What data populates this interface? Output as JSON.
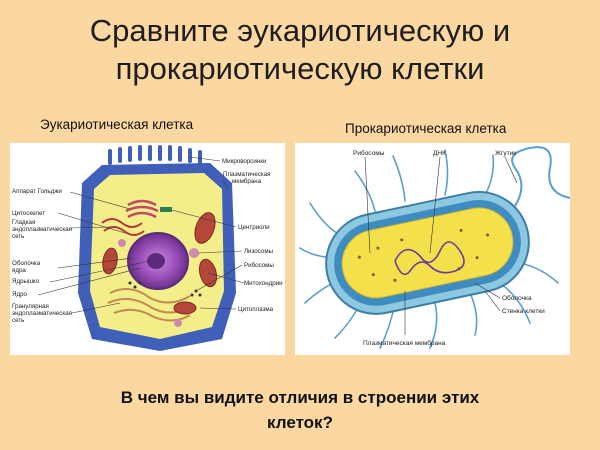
{
  "slide": {
    "title_line1": "Сравните эукариотическую и",
    "title_line2": "прокариотическую клетки",
    "question_line1": "В чем вы видите отличия в строении этих",
    "question_line2": "клеток?"
  },
  "eukaryote": {
    "heading": "Эукариотическая клетка",
    "labels": {
      "golgi": "Аппарат Гольджи",
      "cytoskeleton": "Цитоскелет",
      "smooth_er_1": "Гладкая",
      "smooth_er_2": "эндоплазматическая",
      "smooth_er_3": "сеть",
      "nuclear_envelope_1": "Оболочка",
      "nuclear_envelope_2": "ядра",
      "nucleolus": "Ядрышко",
      "nucleus": "Ядро",
      "rough_er_1": "Гранулярная",
      "rough_er_2": "эндоплазматическая",
      "rough_er_3": "сеть",
      "microvilli": "Микроворсинки",
      "plasma_membrane_1": "Плазматическая",
      "plasma_membrane_2": "мембрана",
      "centrioles": "Центриоли",
      "lysosomes": "Лизосомы",
      "ribosomes": "Рибосомы",
      "mitochondria": "Митохондрии",
      "cytoplasm": "Цитоплазма"
    }
  },
  "prokaryote": {
    "heading": "Прокариотическая клетка",
    "labels": {
      "ribosomes": "Рибосомы",
      "dna": "ДНК",
      "flagellum": "Жгутик",
      "capsule": "Оболочка",
      "cell_wall": "Стенка клетки",
      "plasma_membrane": "Плазматическая мембрана"
    }
  },
  "colors": {
    "background": "#fbd7a2",
    "membrane_blue": "#3f5fb8",
    "cytoplasm_yellow": "#f3ee8a",
    "nucleus_purple": "#9a4fb8",
    "mitochondria_red": "#b5473a",
    "cell_wall_teal": "#4ea3c8",
    "prokaryote_cytoplasm": "#f4e04a",
    "dna_purple": "#6a3d9a"
  }
}
